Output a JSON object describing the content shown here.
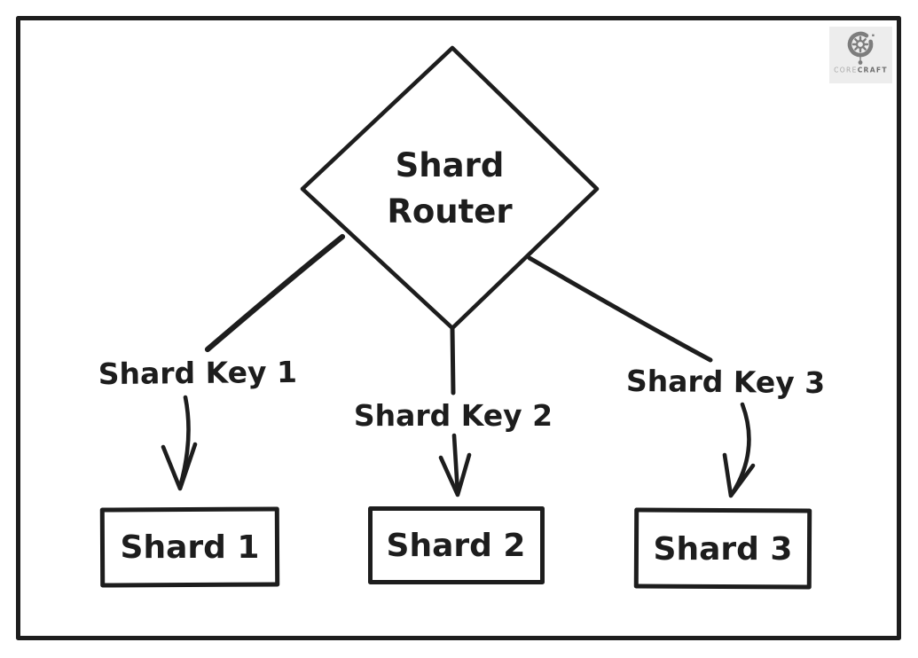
{
  "colors": {
    "ink": "#1d1d1d",
    "background": "#ffffff",
    "watermark_bg": "#ededed",
    "watermark_icon": "#7d7d7d",
    "watermark_text_light": "#a9a9a9",
    "watermark_text_dark": "#6e6e6e"
  },
  "diagram": {
    "router": {
      "line1": "Shard",
      "line2": "Router"
    },
    "keys": [
      {
        "label": "Shard Key 1"
      },
      {
        "label": "Shard Key 2"
      },
      {
        "label": "Shard Key 3"
      }
    ],
    "shards": [
      {
        "label": "Shard 1"
      },
      {
        "label": "Shard 2"
      },
      {
        "label": "Shard 3"
      }
    ]
  },
  "watermark": {
    "brand_light": "CORE",
    "brand_bold": "CRAFT"
  }
}
